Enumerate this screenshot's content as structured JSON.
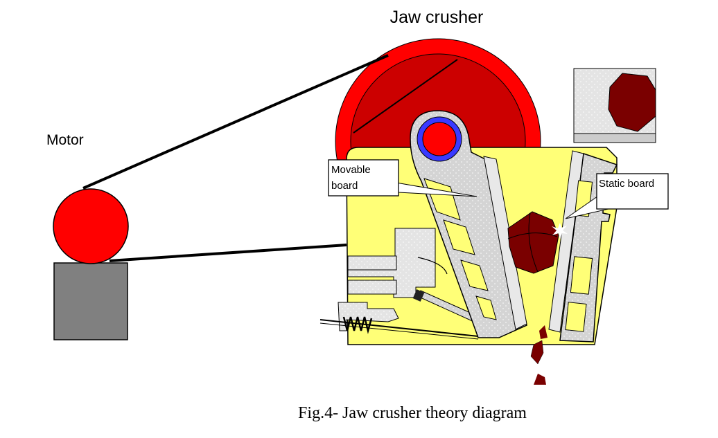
{
  "diagram": {
    "title": "Jaw crusher",
    "motor_label": "Motor",
    "movable_board_label": [
      "Movable",
      "board"
    ],
    "static_board_label": "Static board",
    "caption": "Fig.4- Jaw crusher theory diagram"
  },
  "colors": {
    "flywheel": "#cc0000",
    "flywheel_rim": "#ff0000",
    "frame_yellow": "#ffff77",
    "motor_pulley": "#ff0000",
    "motor_body": "#808080",
    "ore": "#7a0000",
    "eccentric_ring": "#3a3aff",
    "jaw_plate": "#d0d0d0"
  }
}
